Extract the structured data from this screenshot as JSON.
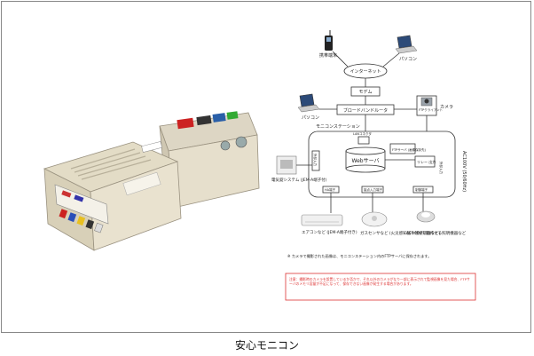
{
  "caption": "安心モニコン",
  "diagram": {
    "mobile_label": "携帯端末",
    "pc_top_label": "パソコン",
    "internet_label": "インターネット",
    "modem_label": "モデム",
    "broadband_label": "ブロードバンドルータ",
    "pc_left_label": "パソコン",
    "ftp_client_label": "FTPクライアント",
    "camera_label": "カメラ",
    "station_label": "モニコンステーション",
    "lan_label": "LANコネクタ",
    "ftp_server_label": "FTPサーバ (画像保存先)",
    "web_server_label": "Webサーバ",
    "relay_label": "リレー 出力",
    "power_label": "AC100V (50/60Hz)",
    "input_label": "外部入力",
    "ha_terminal_label": "HA端子",
    "contact_input_label": "接点入力端子",
    "control_terminal_label": "制御端子",
    "electric_system_label": "電気錠システム (JEM-A端子付)",
    "aircon_label": "エアコンなど (JEM-A端子付き)",
    "gas_sensor_label": "ガスセンサなど (火災感知器や煙感知器など)",
    "ac_device_label": "AC100Vで動作する照明機器など",
    "note_text": "※ カメラで撮影された画像は、モニコンステーション内のFTPサーバに保存されます。",
    "warning_text": "注意：撮影時のカメラを設置しているか否かで、それ以外のカメラがなり一部に表示されて監視画像を見た場合、FTPサーバのメモリ容量が不足になって、保存できない画像が発生する場合があります。"
  }
}
